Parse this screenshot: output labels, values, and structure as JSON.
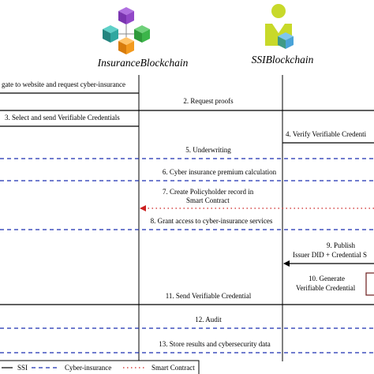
{
  "actors": {
    "insurance": {
      "name": "InsuranceBlockchain",
      "icon": "blockchain-cubes-icon"
    },
    "ssi": {
      "name": "SSIBlockchain",
      "icon": "ssi-identity-icon"
    }
  },
  "messages": {
    "m1": "gate to website and request cyber-insurance",
    "m2": "2. Request proofs",
    "m3": "3. Select and send Verifiable Credentials",
    "m4": "4. Verify Verifiable Credenti",
    "m5": "5. Underwriting",
    "m6": "6. Cyber insurance premium calculation",
    "m7a": "7. Create  Policyholder record in",
    "m7b": "Smart Contract",
    "m8": "8. Grant access to cyber-insurance services",
    "m9a": "9. Publish",
    "m9b": "Issuer DID + Credential S",
    "m10a": "10. Generate",
    "m10b": "Verifiable Credential",
    "m11": "11. Send Verifiable Credential",
    "m12": "12. Audit",
    "m13": "13. Store results and cybersecurity data"
  },
  "legend": {
    "ssi": "SSI",
    "cyber": "Cyber-insurance",
    "smart": "Smart Contract"
  },
  "colors": {
    "ssi": "#000000",
    "cyber": "#1a2fb0",
    "smart": "#cc2020",
    "cube_purple": "#8a3fc0",
    "cube_green": "#3cb54a",
    "cube_orange": "#f39a1e",
    "cube_teal": "#2fa7a0",
    "person_lime": "#c8d92a",
    "person_teal": "#3f9a86",
    "person_blue": "#4aa3d8"
  }
}
